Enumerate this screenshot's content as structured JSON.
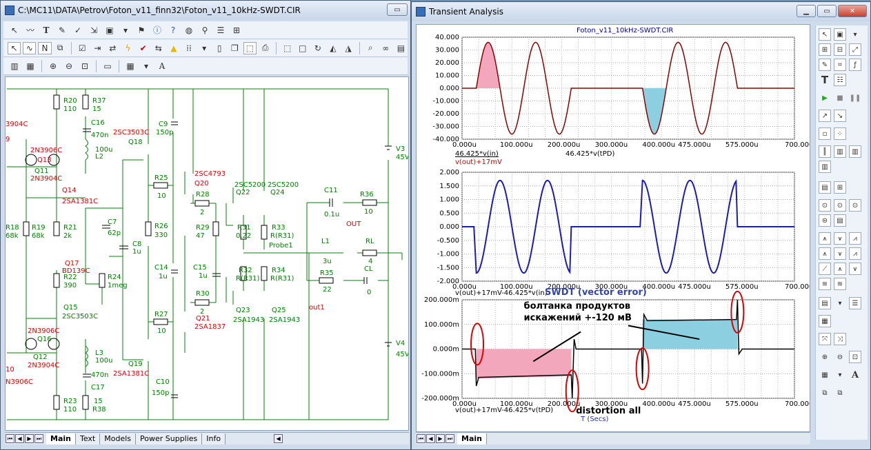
{
  "left_window": {
    "title": "C:\\MC11\\DATA\\Petrov\\Foton_v11_finn32\\Foton_v11_10kHz-SWDT.CIR",
    "tabs": [
      "Main",
      "Text",
      "Models",
      "Power Supplies",
      "Info"
    ],
    "active_tab": "Main",
    "components": {
      "q3904c": "3904C",
      "q9": "9",
      "r20": "R20",
      "r20v": "110",
      "r37": "R37",
      "r37v": "15",
      "c16": "C16",
      "c16v": "470n",
      "l2v": "100u",
      "l2": "L2",
      "q3503a": "2SC3503C",
      "q18": "Q18",
      "c9": "C9",
      "c9v": "150p",
      "n3906c": "2N3906C",
      "q13": "Q13",
      "q11": "Q11",
      "n3904c": "2N3904C",
      "q14": "Q14",
      "q14t": "2SA1381C",
      "r25": "R25",
      "r25v": "10",
      "q20t": "2SC4793",
      "q20": "Q20",
      "q22t": "2SC5200",
      "q24t": "2SC5200",
      "q22": "Q22",
      "q24": "Q24",
      "v3": "V3",
      "v3v": "45V",
      "c11": "C11",
      "c11v": "0.1u",
      "r36": "R36",
      "r36v": "10",
      "r28": "R28",
      "r28v": "2",
      "out": "OUT",
      "r18": "R18",
      "r18v": "68k",
      "r19": "R19",
      "r19v": "68k",
      "r21": "R21",
      "r21v": "2k",
      "c7": "C7",
      "c7v": "62p",
      "c8": "C8",
      "c8v": "1u",
      "r26": "R26",
      "r26v": "330",
      "r29": "R29",
      "r29v": "47",
      "r31": "R31",
      "r31v": "0.22",
      "r33": "R33",
      "r33v": "R(R31)",
      "probe": "Probe1",
      "l1": "L1",
      "l1v": "3u",
      "rl": "RL",
      "rlv": "4",
      "q17": "Q17",
      "q17t": "BD139C",
      "r22": "R22",
      "r22v": "390",
      "r24": "R24",
      "r24v": "1meg",
      "c14": "C14",
      "c14v": "1u",
      "c15": "C15",
      "c15v": "1u",
      "r32": "R32",
      "r32v": "R(R31)",
      "r34": "R34",
      "r34v": "R(R31)",
      "r35": "R35",
      "r35v": "22",
      "cl": "CL",
      "clv": "0",
      "r30": "R30",
      "r30v": "2",
      "q23": "Q23",
      "q25": "Q25",
      "q23t": "2SA1943",
      "q25t": "2SA1943",
      "out1": "out1",
      "q15": "Q15",
      "q15t": "2SC3503C",
      "r27": "R27",
      "r27v": "10",
      "q21": "Q21",
      "q21t": "2SA1837",
      "v4": "V4",
      "v4v": "45V",
      "q16": "Q16",
      "q12": "Q12",
      "q10": "10",
      "n3906c2": "N3906C",
      "l3": "L3",
      "l3v": "100u",
      "c17v": "470n",
      "c17": "C17",
      "q19": "Q19",
      "q19t": "2SA1381C",
      "c10": "C10",
      "c10v": "150p",
      "r23": "R23",
      "r23v": "110",
      "r38v": "15",
      "r38": "R38"
    }
  },
  "right_window": {
    "title": "Transient Analysis",
    "tabs": [
      "Main"
    ],
    "plot_title": "Foton_v11_10kHz-SWDT.CIR",
    "accent_pink": "#f2a7bd",
    "accent_blue": "#8ccfe0"
  },
  "chart_data": [
    {
      "type": "line",
      "title": "Foton_v11_10kHz-SWDT.CIR",
      "ylim": [
        -40,
        40
      ],
      "yticks": [
        "40.000",
        "30.000",
        "20.000",
        "10.000",
        "0.000",
        "-10.000",
        "-20.000",
        "-30.000",
        "-40.000"
      ],
      "xticks": [
        "0.000u",
        "100.000u",
        "200.000u",
        "300.000u",
        "400.000u",
        "475.000u",
        "575.000u",
        "700.000u"
      ],
      "xlabel_series": [
        "46.425*v(in)",
        "v(out)+17mV",
        "46.425*v(tPD)"
      ],
      "series": [
        {
          "name": "46.425*v(in)",
          "color": "#8b0000"
        }
      ]
    },
    {
      "type": "line",
      "ylim": [
        -2,
        2
      ],
      "yticks": [
        "2.000",
        "1.500",
        "1.000",
        "0.500",
        "0.000",
        "-0.500",
        "-1.000",
        "-1.500",
        "-2.000"
      ],
      "xticks": [
        "0.000u",
        "100.000u",
        "200.000u",
        "300.000u",
        "400.000u",
        "475.000u",
        "575.000u",
        "700.000u"
      ],
      "xlabel_series": [
        "v(out)+17mV-46.425*v(in)"
      ],
      "annotation": "SWDT (vector error)",
      "series": [
        {
          "name": "v(out)+17mV-46.425*v(in)",
          "color": "#1a1ab8"
        }
      ]
    },
    {
      "type": "line",
      "ylim": [
        -200,
        200
      ],
      "yticks": [
        "200.000m",
        "100.000m",
        "0.000m",
        "-100.000m",
        "-200.000m"
      ],
      "xticks": [
        "0.000u",
        "100.000u",
        "200.000u",
        "300.000u",
        "400.000u",
        "475.000u",
        "575.000u",
        "700.000u"
      ],
      "xlabel_series": [
        "v(out)+17mV-46.425*v(tPD)"
      ],
      "xlabel": "T (Secs)",
      "annotations": [
        "болтанка продуктов",
        "искажений +-120 мВ",
        "distortion all"
      ],
      "series": [
        {
          "name": "v(out)+17mV-46.425*v(tPD)",
          "color": "#000000"
        }
      ]
    }
  ]
}
